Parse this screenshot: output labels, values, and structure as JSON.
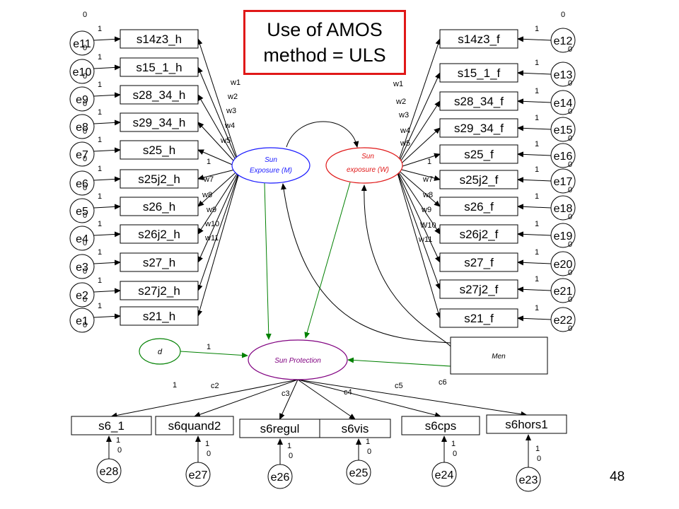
{
  "title": {
    "line1": "Use of AMOS",
    "line2": "method = ULS"
  },
  "page_number": "48",
  "latent": {
    "sun_m_line1": "Sun",
    "sun_m_line2": "Exposure (M)",
    "sun_w_line1": "Sun",
    "sun_w_line2": "exposure (W)",
    "protection": "Sun Protection",
    "d": "d",
    "men": "Men"
  },
  "colors": {
    "blue": "#1a1aff",
    "red": "#e01818",
    "green": "#008000",
    "purple": "#800080",
    "title_border": "#e01818"
  },
  "left_items": [
    {
      "label": "s14z3_h",
      "err": "e11",
      "w": "",
      "top": "0",
      "one": "1",
      "zero": "0"
    },
    {
      "label": "s15_1_h",
      "err": "e10",
      "w": "w1",
      "top": "",
      "one": "1",
      "zero": "0"
    },
    {
      "label": "s28_34_h",
      "err": "e9",
      "w": "w2",
      "top": "",
      "one": "1",
      "zero": "0"
    },
    {
      "label": "s29_34_h",
      "err": "e8",
      "w": "w3",
      "top": "",
      "one": "1",
      "zero": "0"
    },
    {
      "label": "s25_h",
      "err": "e7",
      "w": "w4",
      "top": "",
      "one": "1",
      "zero": "0"
    },
    {
      "label": "s25j2_h",
      "err": "e6",
      "w": "w5",
      "top": "",
      "one": "1",
      "zero": "0"
    },
    {
      "label": "s26_h",
      "err": "e5",
      "w": "w7",
      "top": "",
      "one": "1",
      "zero": "0"
    },
    {
      "label": "s26j2_h",
      "err": "e4",
      "w": "w8",
      "top": "",
      "one": "1",
      "zero": "0"
    },
    {
      "label": "s27_h",
      "err": "e3",
      "w": "w9",
      "top": "",
      "one": "1",
      "zero": "0"
    },
    {
      "label": "s27j2_h",
      "err": "e2",
      "w": "w10",
      "top": "",
      "one": "1",
      "zero": "0"
    },
    {
      "label": "s21_h",
      "err": "e1",
      "w": "w11",
      "top": "",
      "one": "1",
      "zero": "0"
    }
  ],
  "right_items": [
    {
      "label": "s14z3_f",
      "err": "e12",
      "w": "",
      "top": "0",
      "one": "1",
      "zero": "0"
    },
    {
      "label": "s15_1_f",
      "err": "e13",
      "w": "w1",
      "top": "",
      "one": "1",
      "zero": "0"
    },
    {
      "label": "s28_34_f",
      "err": "e14",
      "w": "w2",
      "top": "",
      "one": "1",
      "zero": "0"
    },
    {
      "label": "s29_34_f",
      "err": "e15",
      "w": "w3",
      "top": "",
      "one": "1",
      "zero": "0"
    },
    {
      "label": "s25_f",
      "err": "e16",
      "w": "w4",
      "top": "",
      "one": "1",
      "zero": "0"
    },
    {
      "label": "s25j2_f",
      "err": "e17",
      "w": "w5",
      "top": "",
      "one": "1",
      "zero": "0"
    },
    {
      "label": "s26_f",
      "err": "e18",
      "w": "w7",
      "top": "",
      "one": "1",
      "zero": "0"
    },
    {
      "label": "s26j2_f",
      "err": "e19",
      "w": "w8",
      "top": "",
      "one": "1",
      "zero": "0"
    },
    {
      "label": "s27_f",
      "err": "e20",
      "w": "w9",
      "top": "",
      "one": "1",
      "zero": "0"
    },
    {
      "label": "s27j2_f",
      "err": "e21",
      "w": "W10",
      "top": "",
      "one": "1",
      "zero": "0"
    },
    {
      "label": "s21_f",
      "err": "e22",
      "w": "w11",
      "top": "",
      "one": "1",
      "zero": "0"
    }
  ],
  "bottom_items": [
    {
      "label": "s6_1",
      "err": "e28",
      "path": "1",
      "one": "1",
      "zero": "0"
    },
    {
      "label": "s6quand2",
      "err": "e27",
      "path": "c2",
      "one": "1",
      "zero": "0"
    },
    {
      "label": "s6regul",
      "err": "e26",
      "path": "c3",
      "one": "1",
      "zero": "0"
    },
    {
      "label": "s6vis",
      "err": "e25",
      "path": "c4",
      "one": "1",
      "zero": "0"
    },
    {
      "label": "s6cps",
      "err": "e24",
      "path": "c5",
      "one": "1",
      "zero": "0"
    },
    {
      "label": "s6hors1",
      "err": "e23",
      "path": "c6",
      "one": "1",
      "zero": "0"
    }
  ],
  "d_path_label": "1",
  "left_first_w": "1",
  "right_first_w": "1"
}
